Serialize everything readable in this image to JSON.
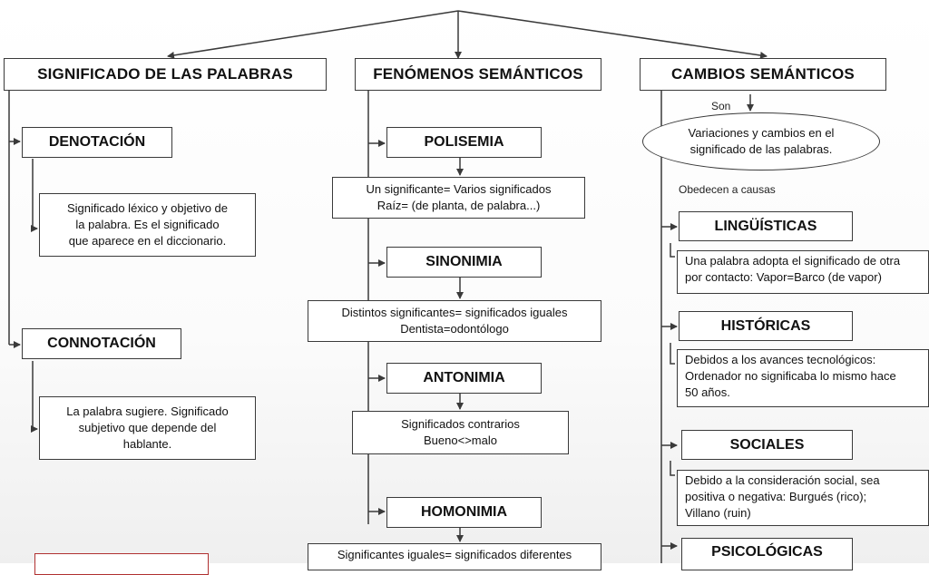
{
  "columns": {
    "significado": {
      "title": "SIGNIFICADO DE LAS PALABRAS",
      "denotacion": {
        "label": "DENOTACIÓN",
        "desc": [
          "Significado léxico y objetivo de",
          "la palabra. Es el significado",
          "que aparece en el diccionario."
        ]
      },
      "connotacion": {
        "label": "CONNOTACIÓN",
        "desc": [
          "La palabra sugiere. Significado",
          "subjetivo que depende del",
          "hablante."
        ]
      }
    },
    "fenomenos": {
      "title": "FENÓMENOS SEMÁNTICOS",
      "polisemia": {
        "label": "POLISEMIA",
        "desc": [
          "Un significante= Varios significados",
          "Raíz= (de planta, de palabra...)"
        ]
      },
      "sinonimia": {
        "label": "SINONIMIA",
        "desc": [
          "Distintos significantes= significados iguales",
          "Dentista=odontólogo"
        ]
      },
      "antonimia": {
        "label": "ANTONIMIA",
        "desc": [
          "Significados contrarios",
          "Bueno<>malo"
        ]
      },
      "homonimia": {
        "label": "HOMONIMIA",
        "desc": [
          "Significantes iguales= significados diferentes"
        ]
      }
    },
    "cambios": {
      "title": "CAMBIOS SEMÁNTICOS",
      "son": "Son",
      "definicion": [
        "Variaciones y cambios en el",
        "significado de las palabras."
      ],
      "obedecen": "Obedecen a causas",
      "linguisticas": {
        "label": "LINGÜÍSTICAS",
        "desc": [
          "Una palabra adopta el significado de otra",
          "por contacto: Vapor=Barco (de vapor)"
        ]
      },
      "historicas": {
        "label": "HISTÓRICAS",
        "desc": [
          "Debidos a los avances tecnológicos:",
          "Ordenador no significaba lo mismo hace",
          "50 años."
        ]
      },
      "sociales": {
        "label": "SOCIALES",
        "desc": [
          "Debido a la consideración social, sea",
          "positiva o negativa: Burgués (rico);",
          "Villano (ruin)"
        ]
      },
      "psicologicas": {
        "label": "PSICOLÓGICAS"
      }
    }
  },
  "colors": {
    "line": "#3a3a3a",
    "partial_box_border": "#b03030"
  }
}
